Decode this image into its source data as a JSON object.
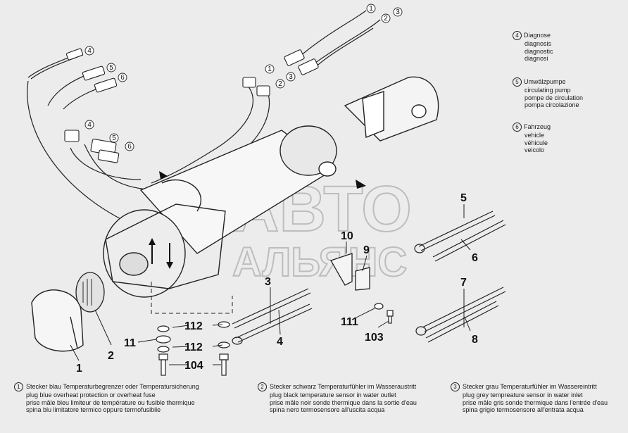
{
  "watermark": {
    "line1": "АВТО",
    "line2": "АЛЬЯНС"
  },
  "callouts": [
    "1",
    "2",
    "3",
    "4",
    "5",
    "6",
    "7",
    "8",
    "9",
    "10",
    "11",
    "103",
    "104",
    "111",
    "112",
    "112"
  ],
  "connector_markers": [
    "1",
    "2",
    "3",
    "4",
    "5",
    "6"
  ],
  "legend_right": [
    {
      "num": "4",
      "lines": [
        "Diagnose",
        "diagnosis",
        "diagnostic",
        "diagnosi"
      ]
    },
    {
      "num": "5",
      "lines": [
        "Umwälzpumpe",
        "circulating pump",
        "pompe de circulation",
        "pompa circolazione"
      ]
    },
    {
      "num": "6",
      "lines": [
        "Fahrzeug",
        "vehicle",
        "véhicule",
        "veicolo"
      ]
    }
  ],
  "footnotes": [
    {
      "num": "1",
      "lines": [
        "Stecker blau  Temperaturbegrenzer oder Temperatursicherung",
        "plug blue  overheat protection or overheat fuse",
        "prise mâle bleu  limiteur de température ou fusible thermique",
        "spina blu  limitatore termico oppure termofusibile"
      ]
    },
    {
      "num": "2",
      "lines": [
        "Stecker schwarz  Temperaturfühler im Wasseraustritt",
        "plug black  temperature sensor in water outlet",
        "prise mâle noir  sonde thermique dans la sortie d'eau",
        "spina nero  termosensore all'uscita acqua"
      ]
    },
    {
      "num": "3",
      "lines": [
        "Stecker grau  Temperaturfühler im Wassereintritt",
        "plug grey  tempreature sensor in water inlet",
        "prise mâle gris  sonde thermique dans l'entrée d'eau",
        "spina grigio  termosensore all'entrata acqua"
      ]
    }
  ]
}
